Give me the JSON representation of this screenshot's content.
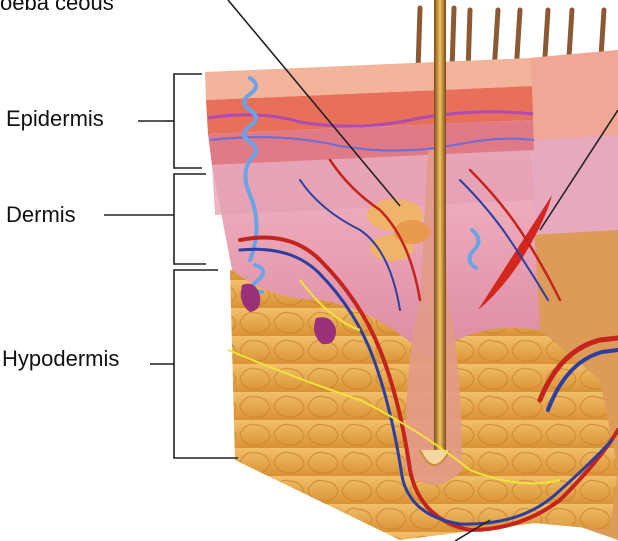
{
  "labels": {
    "top_fragment": "oeba ceous",
    "layers": [
      {
        "id": "epidermis",
        "text": "Epidermis"
      },
      {
        "id": "dermis",
        "text": "Dermis"
      },
      {
        "id": "hypodermis",
        "text": "Hypodermis"
      }
    ]
  },
  "colors": {
    "epidermis_top": "#f2b59b",
    "epidermis_mid": "#e8705a",
    "dermis": "#e9a0ad",
    "hypodermis": "#e8b14f",
    "artery": "#c4241e",
    "vein": "#2c3fa0",
    "hair": "#a86a3a",
    "nerve": "#f1e23b",
    "leader_line": "#222222"
  }
}
